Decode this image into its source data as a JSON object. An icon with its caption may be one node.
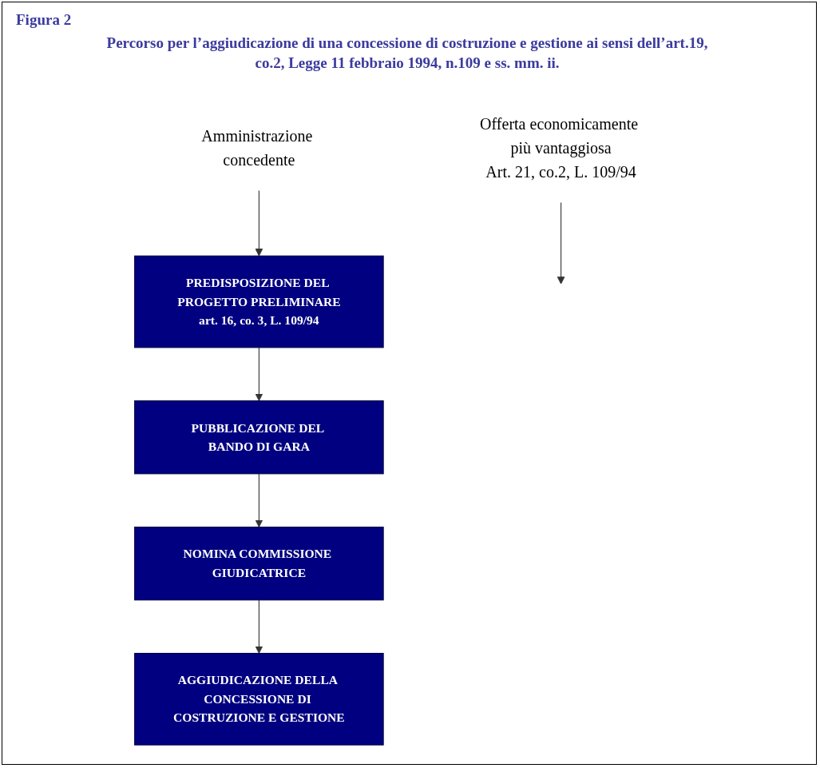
{
  "diagram": {
    "title": "Percorso per l’aggiudicazione di una concessione di costruzione e gestione ai sensi dell’art.19, co.2, Legge 11 febbraio 1994, n.109 e ss. mm. ii.",
    "nodes": [
      {
        "text": [
          "PREDISPOSIZIONE DEL PROGETTO PRELIMINARE",
          "art. 16, co. 3, L. 109/94"
        ]
      },
      {
        "text": [
          "PUBBLICAZIONE DEL BANDO DI GARA"
        ]
      },
      {
        "text": [
          "NOMINA COMMISSIONE GIUDICATRICE"
        ]
      },
      {
        "text": [
          "AGGIUDICAZIONE DELLA CONCESSIONE DI COSTRUZIONE E GESTIONE"
        ]
      },
      {
        "text": [
          "Amministrazione concedente"
        ]
      },
      {
        "text": [
          "Offerta economicamente più vantaggiosa",
          "Art. 21, co.2, L. 109/94"
        ]
      }
    ],
    "edges": [
      {
        "from": 0,
        "to": 1,
        "arrow": "to"
      },
      {
        "from": 1,
        "to": 2,
        "arrow": "to"
      },
      {
        "from": 2,
        "to": 3,
        "arrow": "to"
      },
      {
        "from": 4,
        "to": 0,
        "arrow": "to"
      },
      {
        "from": 5,
        "to": null,
        "arrow": "to"
      }
    ],
    "labels": [
      "Figura 2"
    ]
  }
}
